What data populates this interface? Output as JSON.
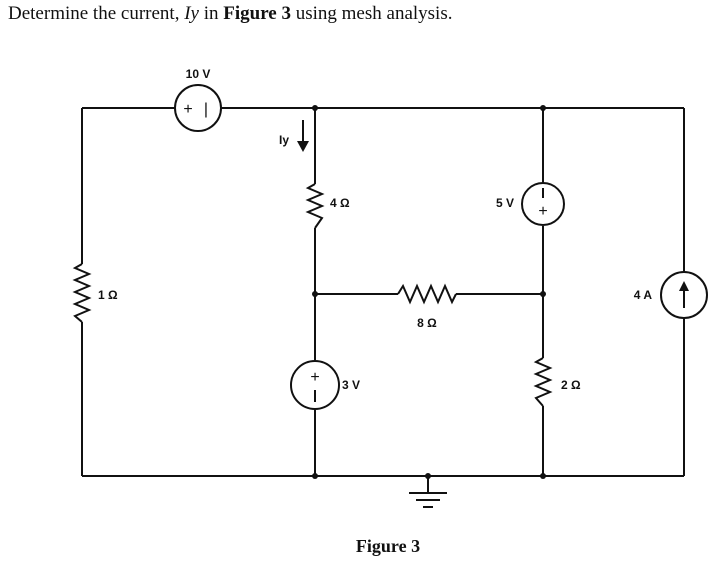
{
  "question": {
    "prefix": "Determine the current, ",
    "variable": "Iy",
    "middle": " in ",
    "figure_ref": "Figure 3",
    "suffix": " using mesh analysis."
  },
  "labels": {
    "v10": "10 V",
    "iy": "Iy",
    "r4": "4 Ω",
    "v5": "5 V",
    "r1": "1 Ω",
    "r8": "8 Ω",
    "i4": "4 A",
    "v3": "3 V",
    "r2": "2 Ω"
  },
  "caption": "Figure 3",
  "symbols": {
    "plus": "+",
    "minus": "|",
    "minus_h": "—"
  }
}
